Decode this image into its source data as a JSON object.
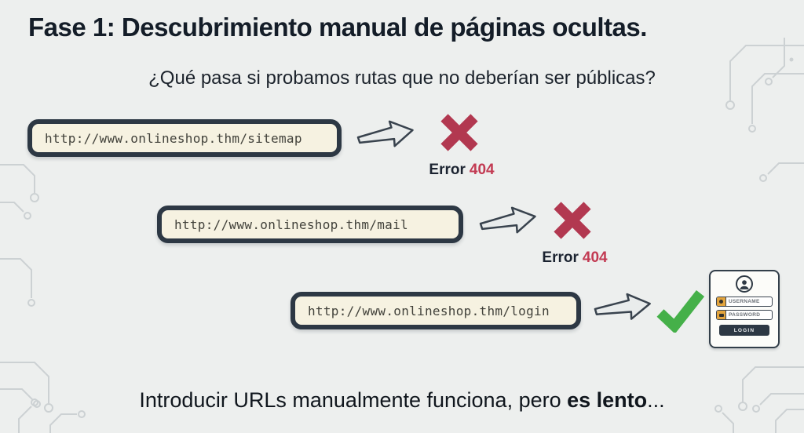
{
  "title": "Fase 1: Descubrimiento manual de páginas ocultas.",
  "subtitle": "¿Qué pasa si probamos rutas que no deberían ser públicas?",
  "rows": [
    {
      "url": "http://www.onlineshop.thm/sitemap",
      "result": "error",
      "label": "Error",
      "code": "404"
    },
    {
      "url": "http://www.onlineshop.thm/mail",
      "result": "error",
      "label": "Error",
      "code": "404"
    },
    {
      "url": "http://www.onlineshop.thm/login",
      "result": "success"
    }
  ],
  "login_card": {
    "username_label": "USERNAME",
    "password_label": "PASSWORD",
    "button_label": "LOGIN"
  },
  "footer": {
    "normal": "Introducir URLs manualmente funciona, pero ",
    "bold": "es lento",
    "ellipsis": "..."
  },
  "colors": {
    "background": "#edefee",
    "url_bar_fill": "#f6f2e1",
    "url_bar_border": "#2d3844",
    "error_red": "#b23850",
    "error_code_red": "#c23a52",
    "success_green": "#45b049",
    "field_icon_yellow": "#e3a43c",
    "circuit_gray": "#ccd1d3"
  }
}
